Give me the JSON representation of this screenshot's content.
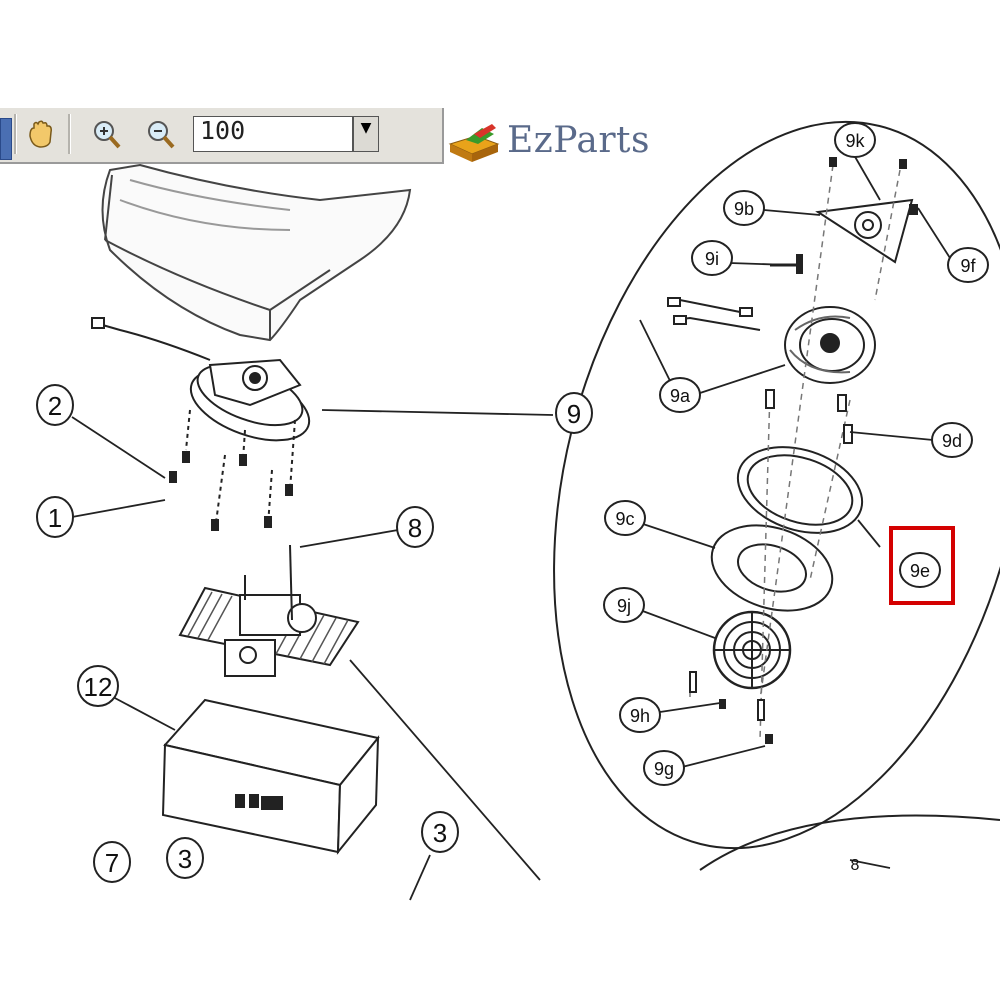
{
  "toolbar": {
    "zoom_value": "100",
    "zoom_dropdown_icon": "chevron-down-icon",
    "tools": [
      "hand-icon",
      "zoom-in-icon",
      "zoom-out-icon"
    ]
  },
  "brand": {
    "name": "EzParts",
    "logo_icon": "ezparts-logo-icon"
  },
  "callouts": {
    "c1": "1",
    "c2": "2",
    "c3a": "3",
    "c3b": "3",
    "c7": "7",
    "c8": "8",
    "c9": "9",
    "c12": "12",
    "c9a": "9a",
    "c9b": "9b",
    "c9c": "9c",
    "c9d": "9d",
    "c9e": "9e",
    "c9f": "9f",
    "c9g": "9g",
    "c9h": "9h",
    "c9i": "9i",
    "c9j": "9j",
    "c9k": "9k",
    "c8b": "8"
  },
  "highlight": {
    "target": "9e",
    "color": "#d40000"
  }
}
